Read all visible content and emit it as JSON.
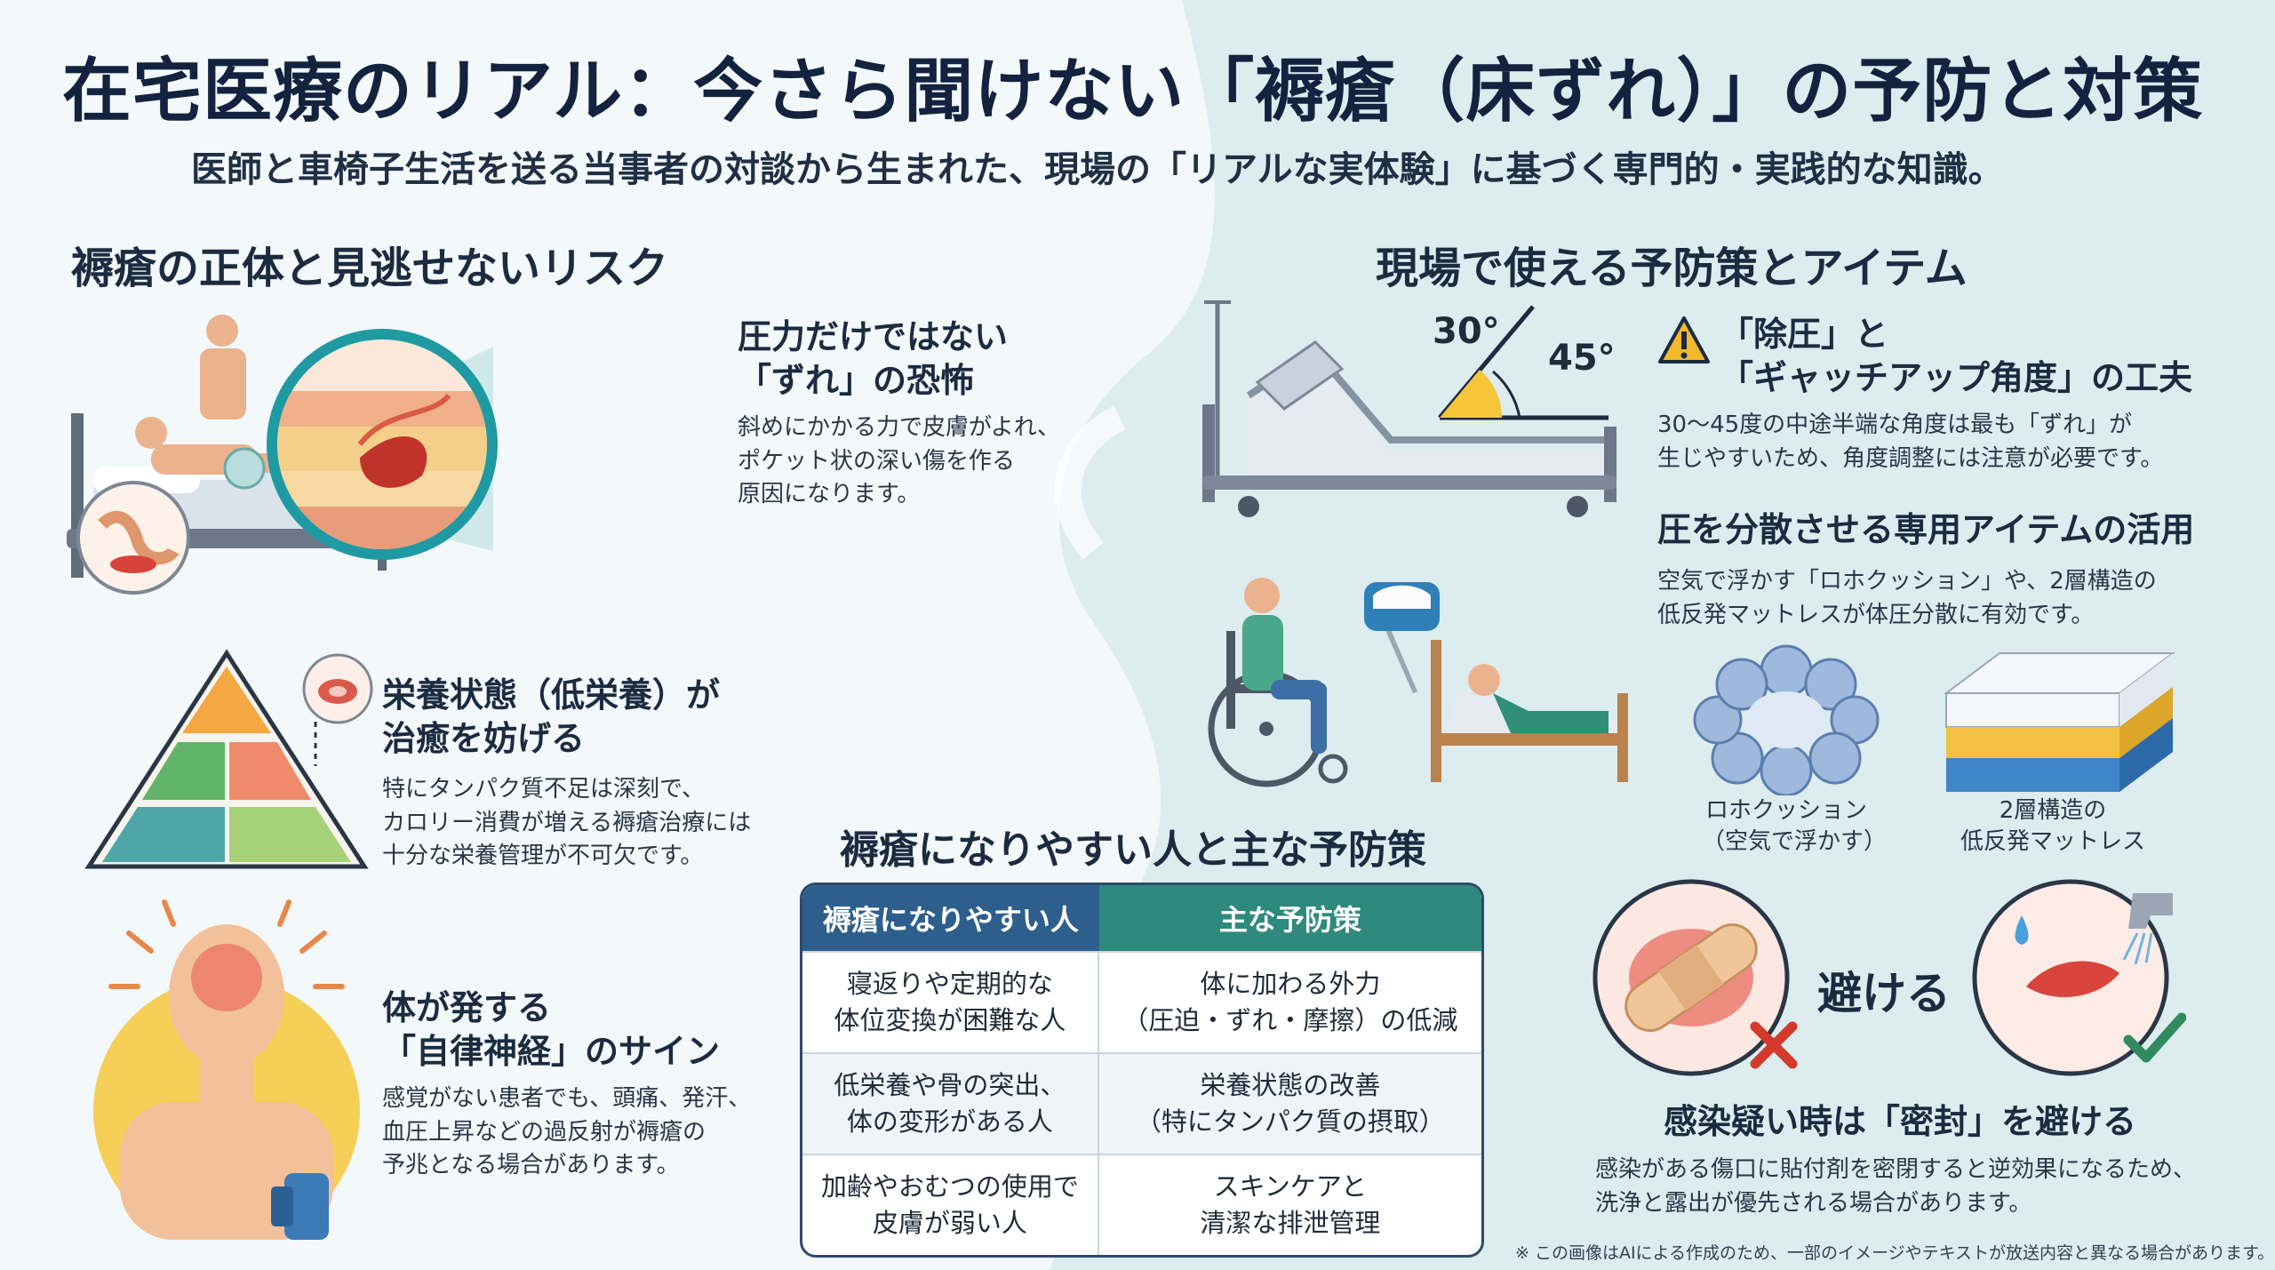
{
  "title": "在宅医療のリアル：今さら聞けない「褥瘡（床ずれ）」の予防と対策",
  "subtitle": "医師と車椅子生活を送る当事者の対談から生まれた、現場の「リアルな実体験」に基づく専門的・実践的な知識。",
  "left": {
    "heading": "褥瘡の正体と見逃せないリスク",
    "item1": {
      "title1": "圧力だけではない",
      "title2": "「ずれ」の恐怖",
      "line1": "斜めにかかる力で皮膚がよれ、",
      "line2": "ポケット状の深い傷を作る",
      "line3": "原因になります。"
    },
    "item2": {
      "title1": "栄養状態（低栄養）が",
      "title2": "治癒を妨げる",
      "line1": "特にタンパク質不足は深刻で、",
      "line2": "カロリー消費が増える褥瘡治療には",
      "line3": "十分な栄養管理が不可欠です。"
    },
    "item3": {
      "title1": "体が発する",
      "title2": "「自律神経」のサイン",
      "line1": "感覚がない患者でも、頭痛、発汗、",
      "line2": "血圧上昇などの過反射が褥瘡の",
      "line3": "予兆となる場合があります。"
    }
  },
  "right": {
    "heading": "現場で使える予防策とアイテム",
    "angle1": "30°",
    "angle2": "45°",
    "item1": {
      "title1": "「除圧」と",
      "title2": "「ギャッチアップ角度」の工夫",
      "line1": "30〜45度の中途半端な角度は最も「ずれ」が",
      "line2": "生じやすいため、角度調整には注意が必要です。"
    },
    "item2": {
      "title": "圧を分散させる専用アイテムの活用",
      "line1": "空気で浮かす「ロホクッション」や、2層構造の",
      "line2": "低反発マットレスが体圧分散に有効です。"
    },
    "cushion_cap1": "ロホクッション",
    "cushion_cap2": "（空気で浮かす）",
    "mattress_cap1": "2層構造の",
    "mattress_cap2": "低反発マットレス",
    "avoid": "避ける",
    "item3": {
      "title": "感染疑い時は「密封」を避ける",
      "line1": "感染がある傷口に貼付剤を密閉すると逆効果になるため、",
      "line2": "洗浄と露出が優先される場合があります。"
    }
  },
  "table": {
    "heading": "褥瘡になりやすい人と主な予防策",
    "col1": "褥瘡になりやすい人",
    "col2": "主な予防策",
    "rows": [
      {
        "a1": "寝返りや定期的な",
        "a2": "体位変換が困難な人",
        "b1": "体に加わる外力",
        "b2": "（圧迫・ずれ・摩擦）の低減"
      },
      {
        "a1": "低栄養や骨の突出、",
        "a2": "体の変形がある人",
        "b1": "栄養状態の改善",
        "b2": "（特にタンパク質の摂取）"
      },
      {
        "a1": "加齢やおむつの使用で",
        "a2": "皮膚が弱い人",
        "b1": "スキンケアと",
        "b2": "清潔な排泄管理"
      }
    ]
  },
  "footnote": "※ この画像はAIによる作成のため、一部のイメージやテキストが放送内容と異なる場合があります。",
  "colors": {
    "navy": "#13233f",
    "teal": "#2e8a7c",
    "blue": "#2e5f8c",
    "alert": "#d33a2c",
    "ok": "#2f8a5e"
  }
}
